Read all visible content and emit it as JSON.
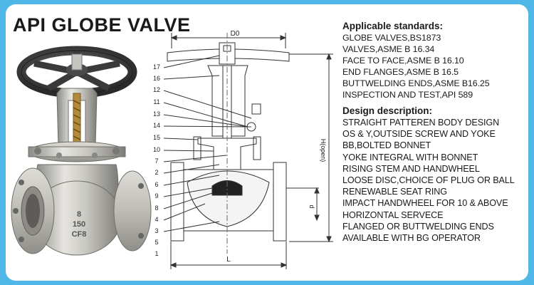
{
  "title": "API GLOBE VALVE",
  "photo": {
    "body_markings": [
      "8",
      "150",
      "CF8"
    ]
  },
  "drawing": {
    "dimension_top": "D0",
    "dimension_height": "H(open)",
    "dimension_small": "d",
    "dimension_bottom": "L",
    "part_numbers": [
      "17",
      "16",
      "12",
      "11",
      "13",
      "14",
      "15",
      "10",
      "7",
      "2",
      "6",
      "9",
      "8",
      "4",
      "3",
      "5",
      "1"
    ]
  },
  "standards": {
    "heading": "Applicable standards:",
    "lines": [
      "GLOBE VALVES,BS1873",
      "VALVES,ASME B 16.34",
      "FACE TO FACE,ASME B 16.10",
      "END FLANGES,ASME B 16.5",
      "BUTTWELDING ENDS,ASME B16.25",
      "INSPECTION AND TEST,API 589"
    ]
  },
  "design": {
    "heading": "Design description:",
    "lines": [
      "STRAIGHT PATTEREN BODY DESIGN",
      "OS & Y,OUTSIDE SCREW AND YOKE",
      "BB,BOLTED BONNET",
      "YOKE INTEGRAL WITH BONNET",
      "RISING STEM AND HANDWHEEL",
      "LOOSE DISC,CHOICE OF PLUG OR BALL",
      "RENEWABLE SEAT RING",
      "IMPACT HANDWHEEL FOR 10 & ABOVE",
      "HORIZONTAL SERVECE",
      "FLANGED OR BUTTWELDING ENDS",
      "AVAILABLE WITH BG OPERATOR"
    ]
  },
  "colors": {
    "frame": "#4fb8e8",
    "card": "#ffffff",
    "text": "#1a1a1a",
    "line_drawing": "#333333"
  }
}
